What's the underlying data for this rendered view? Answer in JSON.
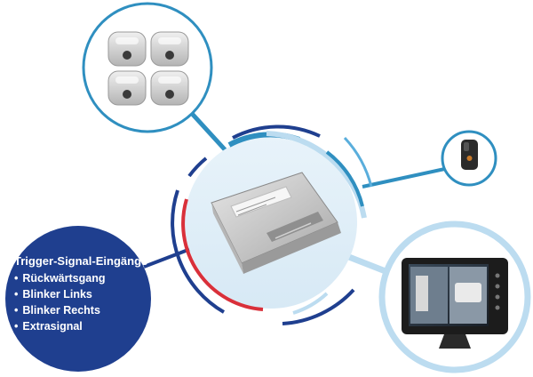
{
  "trigger_box": {
    "title": "Trigger-Signal-Eingänge",
    "items": [
      "Rückwärtsgang",
      "Blinker Links",
      "Blinker Rechts",
      "Extrasignal"
    ]
  },
  "nodes": {
    "cameras": {
      "icon": "camera-icon",
      "count": 4
    },
    "control_unit": {
      "icon": "control-unit-icon"
    },
    "sensor": {
      "icon": "sensor-icon"
    },
    "monitor": {
      "icon": "monitor-icon"
    }
  },
  "colors": {
    "navy": "#1f3f8f",
    "accent_blue": "#2f8fc0",
    "light_blue": "#bcdcf0",
    "red": "#d9303a",
    "mid_blue": "#5aaedc"
  }
}
